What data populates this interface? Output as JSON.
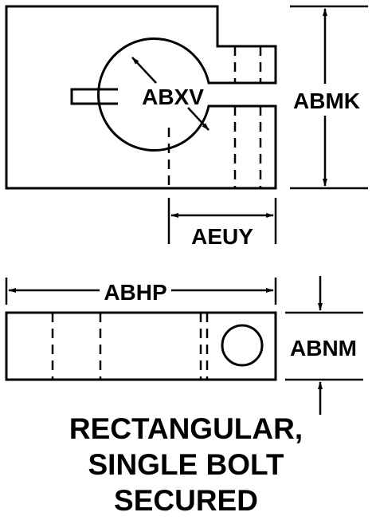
{
  "dimensions": {
    "bolt_hole_diameter": "ABXV",
    "overall_height": "ABMK",
    "slot_offset": "AEUY",
    "overall_length": "ABHP",
    "side_view_thickness": "ABNM"
  },
  "caption": {
    "line1": "RECTANGULAR,",
    "line2": "SINGLE BOLT",
    "line3": "SECURED"
  },
  "colors": {
    "line": "#000000",
    "background": "#ffffff"
  }
}
